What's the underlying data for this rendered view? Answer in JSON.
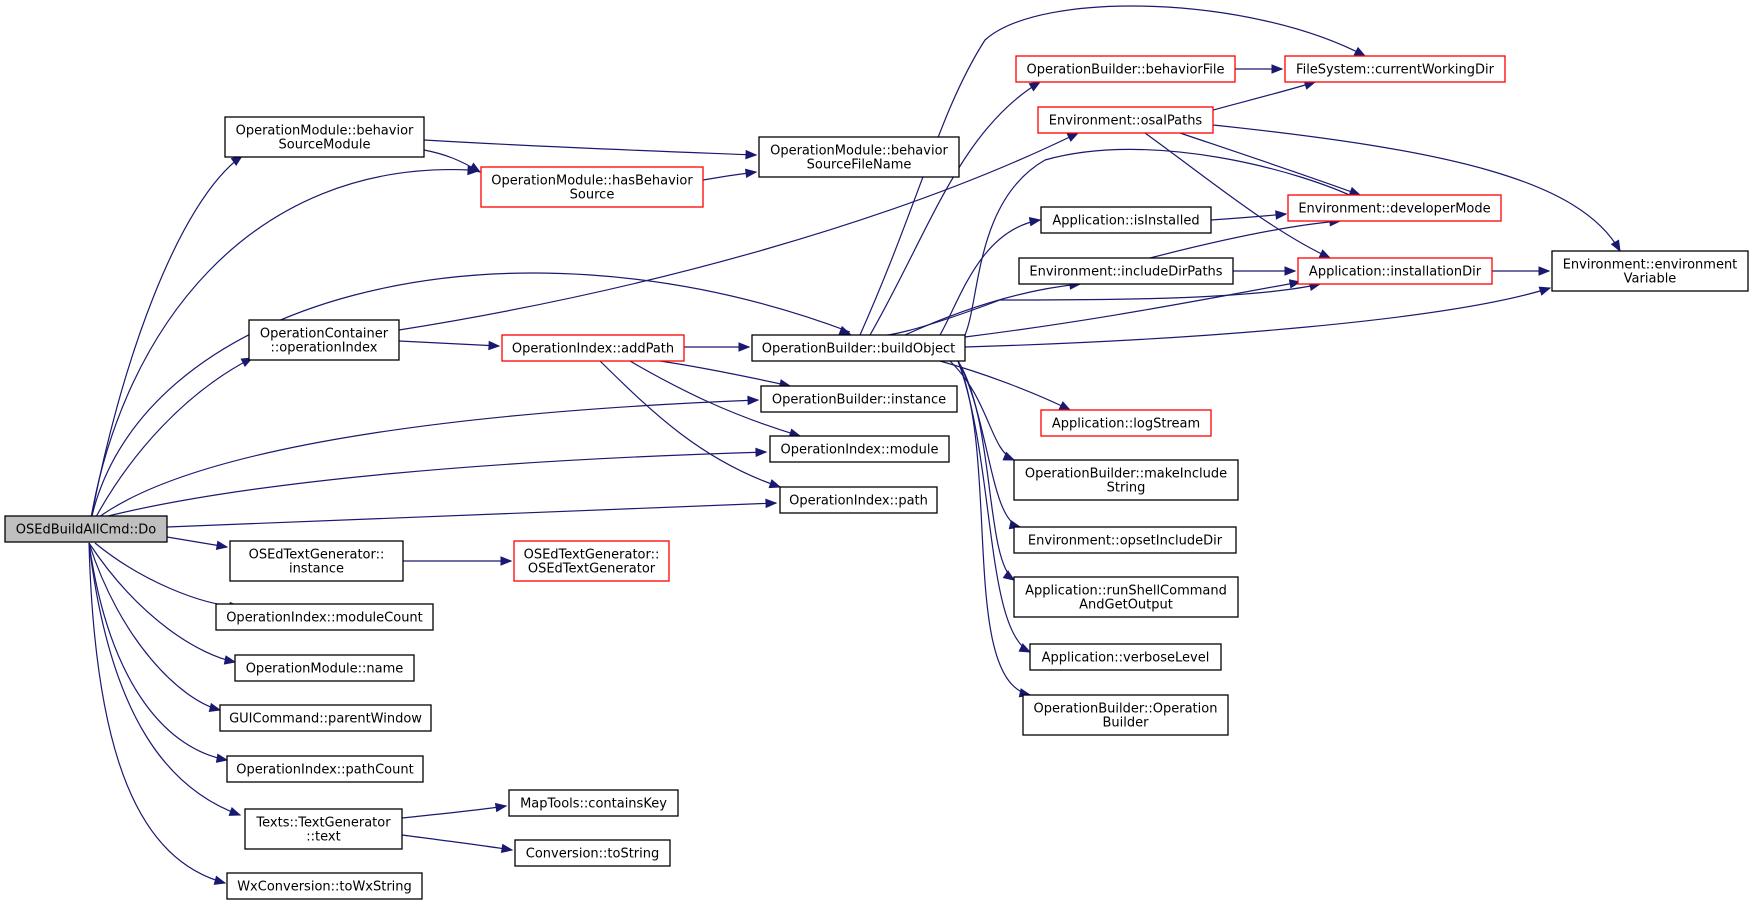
{
  "graph": {
    "colors": {
      "edge": "#191970",
      "normal_border": "#000000",
      "truncated_border": "#ff0000",
      "root_fill": "#bfbfbf"
    },
    "nodes": [
      {
        "id": "root",
        "lines": [
          "OSEdBuildAllCmd::Do"
        ],
        "style": "root"
      },
      {
        "id": "om_bsm",
        "lines": [
          "OperationModule::behavior",
          "SourceModule"
        ],
        "style": "black"
      },
      {
        "id": "om_hbs",
        "lines": [
          "OperationModule::hasBehavior",
          "Source"
        ],
        "style": "red"
      },
      {
        "id": "om_bsfn",
        "lines": [
          "OperationModule::behavior",
          "SourceFileName"
        ],
        "style": "black"
      },
      {
        "id": "oc_oi",
        "lines": [
          "OperationContainer",
          "::operationIndex"
        ],
        "style": "black"
      },
      {
        "id": "oi_addpath",
        "lines": [
          "OperationIndex::addPath"
        ],
        "style": "red"
      },
      {
        "id": "ob_build",
        "lines": [
          "OperationBuilder::buildObject"
        ],
        "style": "black"
      },
      {
        "id": "ob_instance",
        "lines": [
          "OperationBuilder::instance"
        ],
        "style": "black"
      },
      {
        "id": "oi_module",
        "lines": [
          "OperationIndex::module"
        ],
        "style": "black"
      },
      {
        "id": "oi_path",
        "lines": [
          "OperationIndex::path"
        ],
        "style": "black"
      },
      {
        "id": "otg_instance",
        "lines": [
          "OSEdTextGenerator::",
          "instance"
        ],
        "style": "black"
      },
      {
        "id": "otg_ctor",
        "lines": [
          "OSEdTextGenerator::",
          "OSEdTextGenerator"
        ],
        "style": "red"
      },
      {
        "id": "oi_modulecount",
        "lines": [
          "OperationIndex::moduleCount"
        ],
        "style": "black"
      },
      {
        "id": "om_name",
        "lines": [
          "OperationModule::name"
        ],
        "style": "black"
      },
      {
        "id": "gui_parent",
        "lines": [
          "GUICommand::parentWindow"
        ],
        "style": "black"
      },
      {
        "id": "oi_pathcount",
        "lines": [
          "OperationIndex::pathCount"
        ],
        "style": "black"
      },
      {
        "id": "tg_text",
        "lines": [
          "Texts::TextGenerator",
          "::text"
        ],
        "style": "black"
      },
      {
        "id": "mt_contains",
        "lines": [
          "MapTools::containsKey"
        ],
        "style": "black"
      },
      {
        "id": "conv_tostring",
        "lines": [
          "Conversion::toString"
        ],
        "style": "black"
      },
      {
        "id": "wx_towx",
        "lines": [
          "WxConversion::toWxString"
        ],
        "style": "black"
      },
      {
        "id": "ob_bfile",
        "lines": [
          "OperationBuilder::behaviorFile"
        ],
        "style": "red"
      },
      {
        "id": "fs_cwd",
        "lines": [
          "FileSystem::currentWorkingDir"
        ],
        "style": "red"
      },
      {
        "id": "env_osal",
        "lines": [
          "Environment::osalPaths"
        ],
        "style": "red"
      },
      {
        "id": "app_isinst",
        "lines": [
          "Application::isInstalled"
        ],
        "style": "black"
      },
      {
        "id": "env_devmode",
        "lines": [
          "Environment::developerMode"
        ],
        "style": "red"
      },
      {
        "id": "env_incdir",
        "lines": [
          "Environment::includeDirPaths"
        ],
        "style": "black"
      },
      {
        "id": "app_instdir",
        "lines": [
          "Application::installationDir"
        ],
        "style": "red"
      },
      {
        "id": "env_envvar",
        "lines": [
          "Environment::environment",
          "Variable"
        ],
        "style": "black"
      },
      {
        "id": "app_log",
        "lines": [
          "Application::logStream"
        ],
        "style": "red"
      },
      {
        "id": "ob_mkinc",
        "lines": [
          "OperationBuilder::makeInclude",
          "String"
        ],
        "style": "black"
      },
      {
        "id": "env_opset",
        "lines": [
          "Environment::opsetIncludeDir"
        ],
        "style": "black"
      },
      {
        "id": "app_shell",
        "lines": [
          "Application::runShellCommand",
          "AndGetOutput"
        ],
        "style": "black"
      },
      {
        "id": "app_verbose",
        "lines": [
          "Application::verboseLevel"
        ],
        "style": "black"
      },
      {
        "id": "ob_ctor",
        "lines": [
          "OperationBuilder::Operation",
          "Builder"
        ],
        "style": "black"
      }
    ]
  }
}
